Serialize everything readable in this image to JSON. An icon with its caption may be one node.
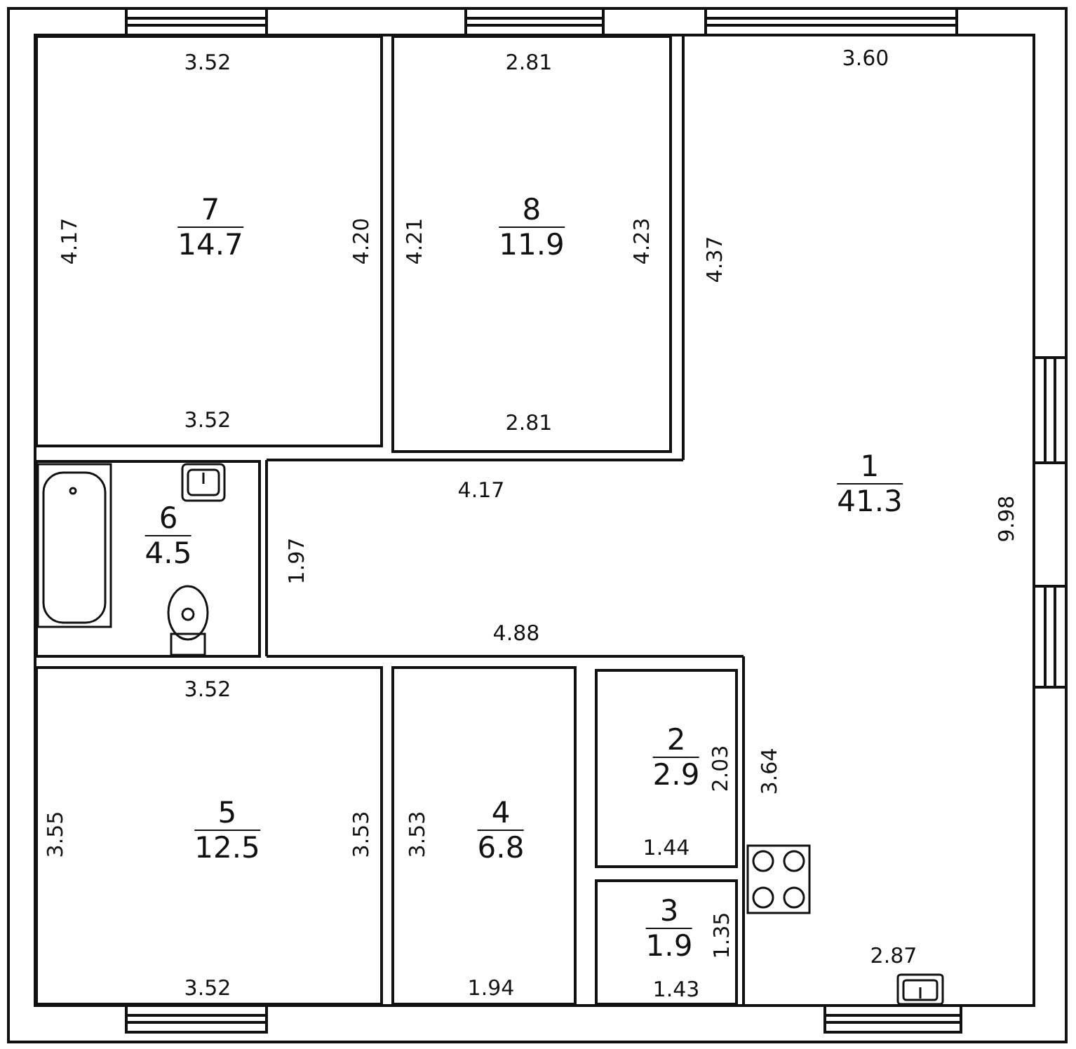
{
  "diagram": {
    "nodes": [
      {
        "text": [
          "7",
          "14.7"
        ]
      },
      {
        "text": [
          "8",
          "11.9"
        ]
      },
      {
        "text": [
          "1",
          "41.3"
        ]
      },
      {
        "text": [
          "6",
          "4.5"
        ]
      },
      {
        "text": [
          "5",
          "12.5"
        ]
      },
      {
        "text": [
          "4",
          "6.8"
        ]
      },
      {
        "text": [
          "2",
          "2.9"
        ]
      },
      {
        "text": [
          "3",
          "1.9"
        ]
      }
    ],
    "labels": [
      "3.52",
      "2.81",
      "3.60",
      "4.17",
      "4.20",
      "4.21",
      "4.23",
      "4.37",
      "3.52",
      "2.81",
      "4.17",
      "9.98",
      "1.97",
      "4.88",
      "3.52",
      "2.03",
      "3.64",
      "3.55",
      "3.53",
      "3.53",
      "1.44",
      "1.35",
      "2.87",
      "3.52",
      "1.94",
      "1.43"
    ]
  }
}
